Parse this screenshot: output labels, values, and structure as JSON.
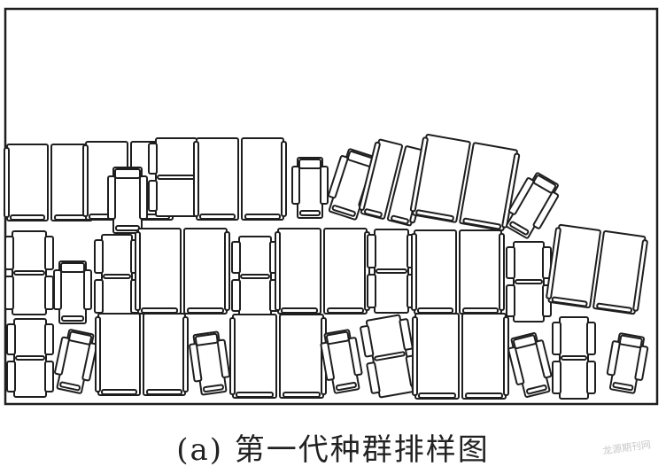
{
  "caption": "(a) 第一代种群排样图",
  "watermark": "龙源期刊网",
  "colors": {
    "stroke": "#1e1e1e",
    "fill": "#ffffff"
  },
  "pieces": [
    {
      "type": "double"
    },
    {
      "type": "double"
    },
    {
      "type": "small"
    },
    {
      "type": "twin"
    },
    {
      "type": "double"
    },
    {
      "type": "small"
    },
    {
      "type": "small"
    },
    {
      "type": "double"
    },
    {
      "type": "double"
    },
    {
      "type": "small"
    },
    {
      "type": "twin"
    },
    {
      "type": "small"
    },
    {
      "type": "twin"
    },
    {
      "type": "double"
    },
    {
      "type": "twin"
    },
    {
      "type": "double"
    },
    {
      "type": "twin"
    },
    {
      "type": "double"
    },
    {
      "type": "twin"
    },
    {
      "type": "double"
    },
    {
      "type": "twin"
    },
    {
      "type": "small"
    },
    {
      "type": "double"
    },
    {
      "type": "small"
    },
    {
      "type": "double"
    },
    {
      "type": "small"
    },
    {
      "type": "twin"
    },
    {
      "type": "double"
    },
    {
      "type": "small"
    },
    {
      "type": "twin"
    },
    {
      "type": "small"
    }
  ]
}
